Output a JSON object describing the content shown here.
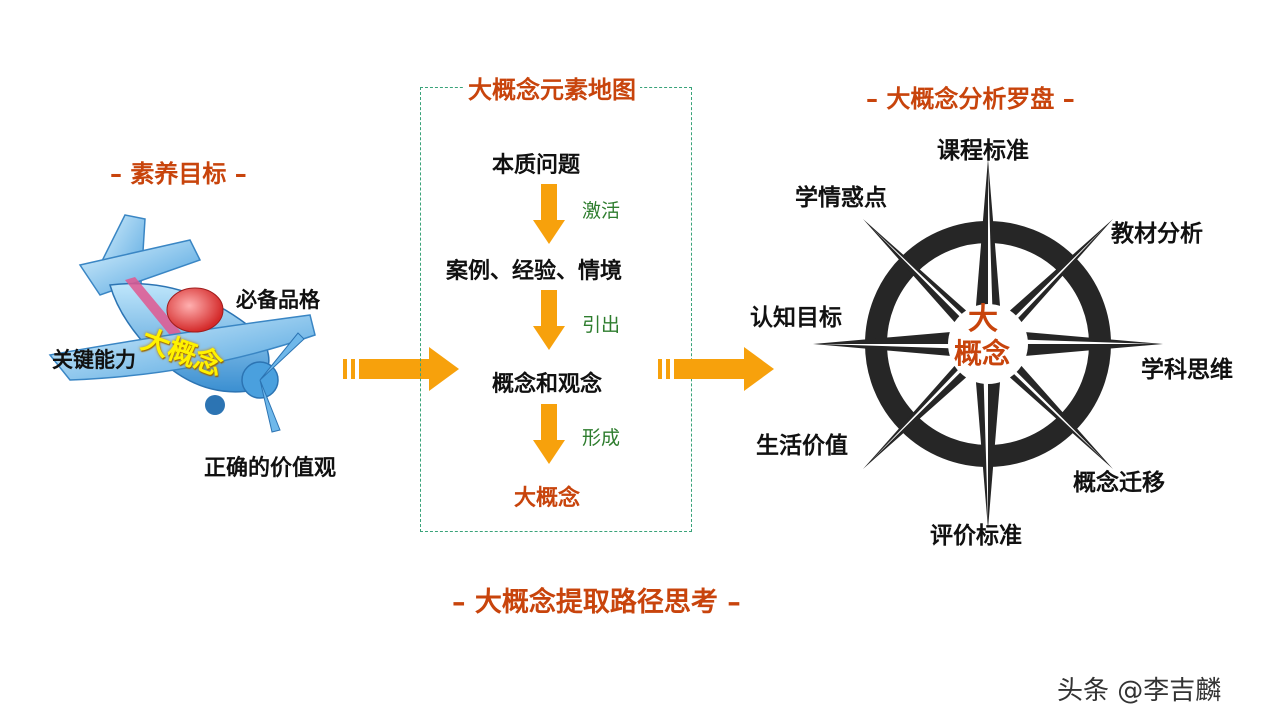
{
  "left_panel": {
    "title": "– 素养目标 –",
    "plane_center": "大概念",
    "labels": {
      "character": "必备品格",
      "ability": "关键能力",
      "values": "正确的价值观"
    }
  },
  "middle_panel": {
    "title": "大概念元素地图",
    "steps": [
      "本质问题",
      "案例、经验、情境",
      "概念和观念",
      "大概念"
    ],
    "verbs": [
      "激活",
      "引出",
      "形成"
    ]
  },
  "right_panel": {
    "title": "– 大概念分析罗盘 –",
    "center_line1": "大",
    "center_line2": "概念",
    "points": {
      "n": "课程标准",
      "ne": "教材分析",
      "e": "学科思维",
      "se": "概念迁移",
      "s": "评价标准",
      "sw": "生活价值",
      "w": "认知目标",
      "nw": "学情惑点"
    }
  },
  "footer_title": "– 大概念提取路径思考 –",
  "watermark": "头条 @李吉麟",
  "colors": {
    "accent": "#c8440c",
    "arrow": "#f7a10c",
    "compass": "#262626",
    "verb": "#2e7d2e",
    "box_border": "#3aa37a"
  }
}
